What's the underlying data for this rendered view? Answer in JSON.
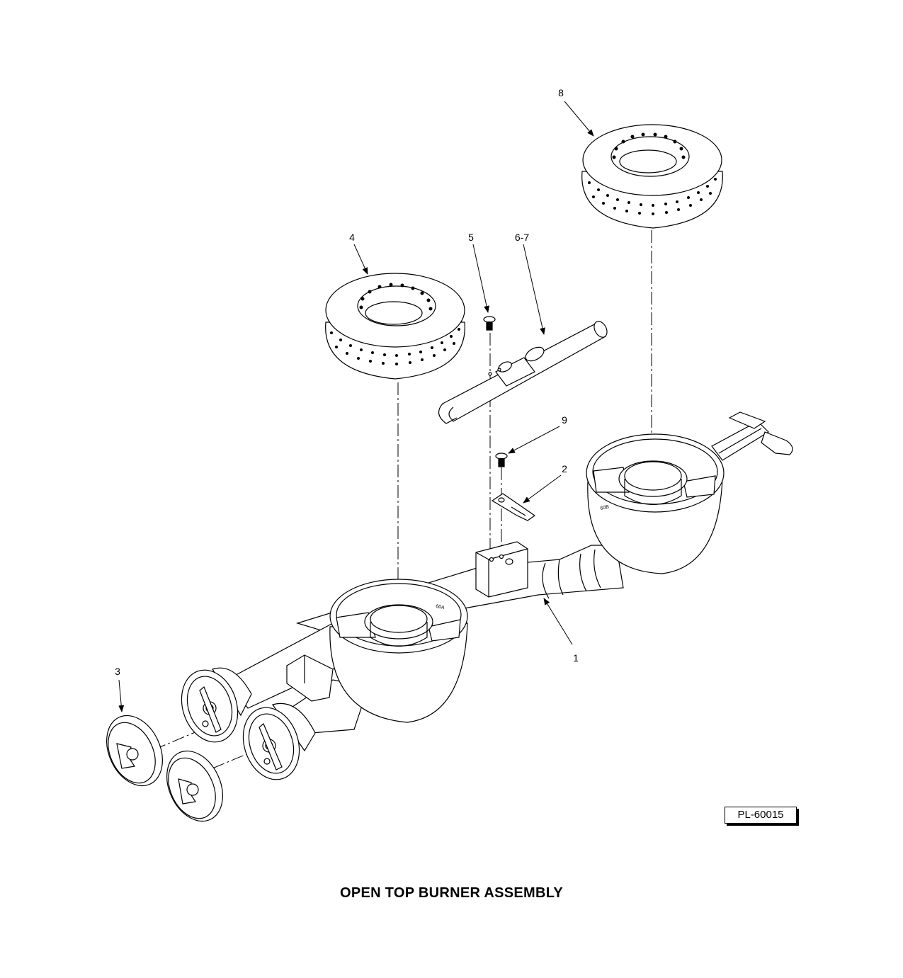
{
  "callouts": [
    "8",
    "4",
    "5",
    "6-7",
    "9",
    "2",
    "3",
    "1"
  ],
  "drawing_code": "PL-60015",
  "caption": "OPEN  TOP  BURNER ASSEMBLY",
  "icons": [
    "burner-head",
    "top-burner-ring",
    "screw",
    "air-shutter",
    "spark-igniter-tube",
    "burner-manifold"
  ]
}
